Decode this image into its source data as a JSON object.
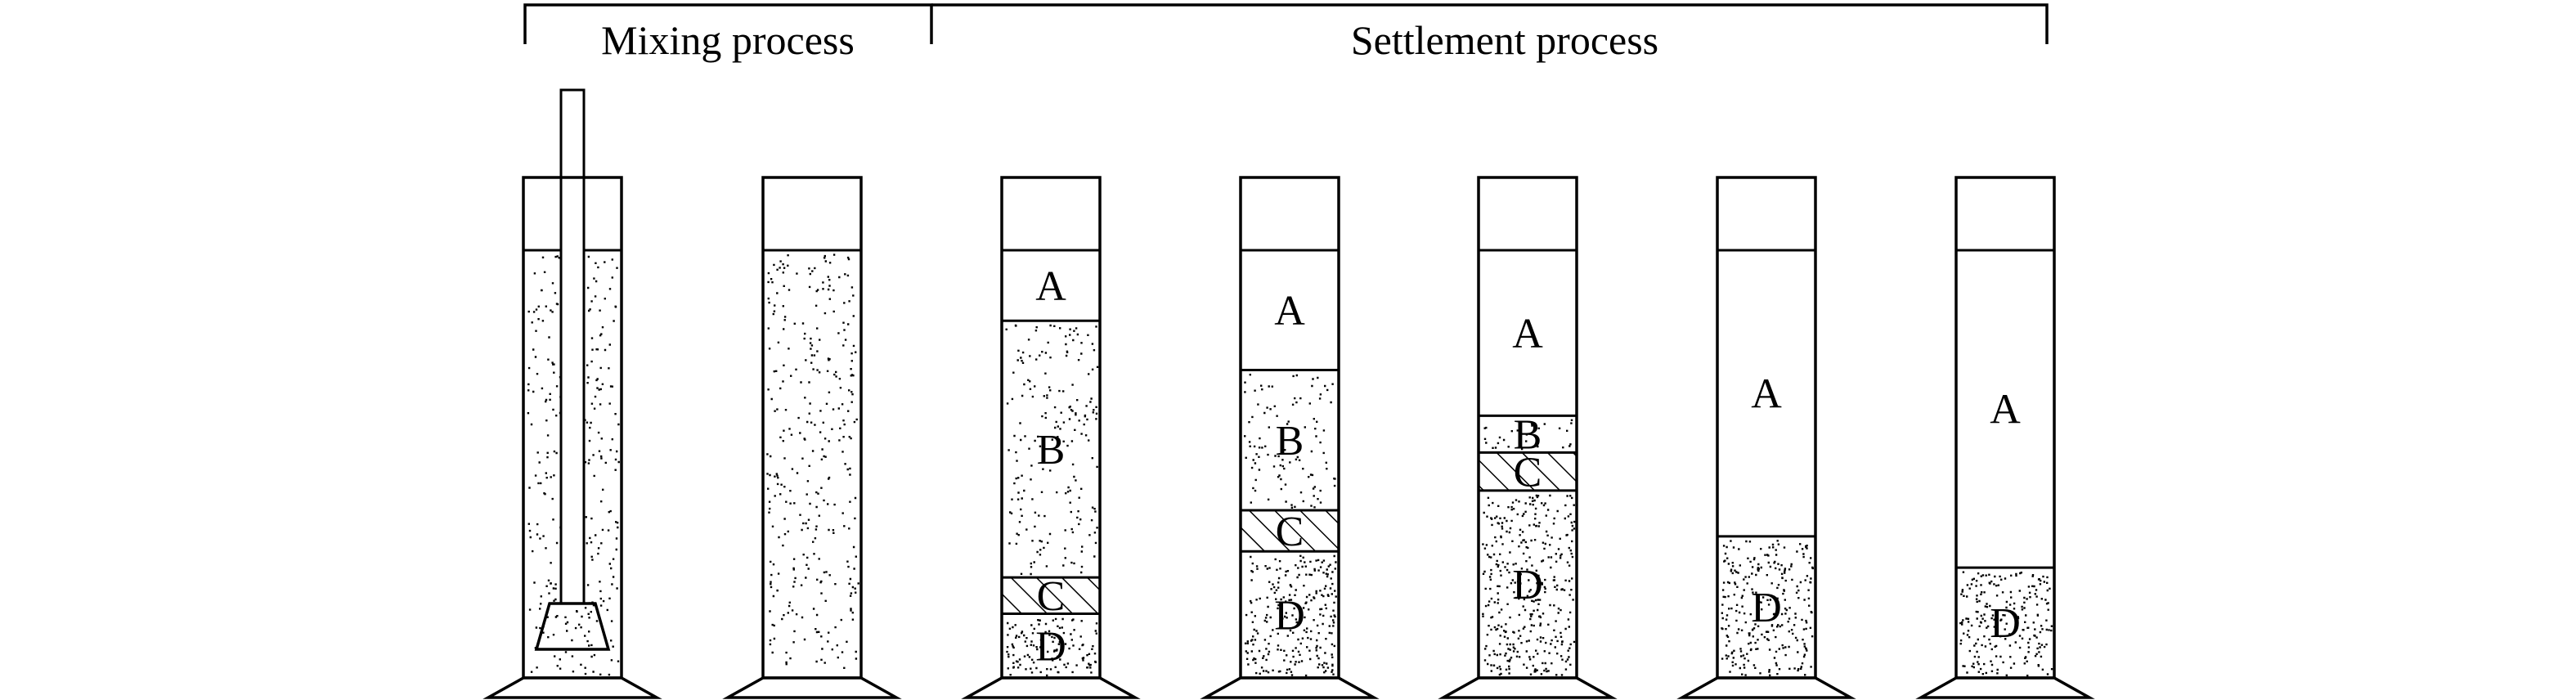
{
  "headers": {
    "mixing": "Mixing process",
    "settlement": "Settlement process"
  },
  "layer_labels": {
    "a": "A",
    "b": "B",
    "c": "C",
    "d": "D"
  },
  "cylinders": [
    {
      "stage": "mixing",
      "stirrer": true,
      "layers": [
        {
          "type": "suspension",
          "from": 0,
          "to": 1
        }
      ]
    },
    {
      "stage": "mixing",
      "stirrer": false,
      "layers": [
        {
          "type": "suspension",
          "from": 0,
          "to": 1
        }
      ]
    },
    {
      "stage": "settlement",
      "layers": [
        {
          "type": "clear",
          "label": "a",
          "from": 0,
          "to": 0.165
        },
        {
          "type": "suspension",
          "label": "b",
          "from": 0.165,
          "to": 0.765
        },
        {
          "type": "transition",
          "label": "c",
          "from": 0.765,
          "to": 0.85
        },
        {
          "type": "sediment",
          "label": "d",
          "from": 0.85,
          "to": 1
        }
      ]
    },
    {
      "stage": "settlement",
      "layers": [
        {
          "type": "clear",
          "label": "a",
          "from": 0,
          "to": 0.28
        },
        {
          "type": "suspension",
          "label": "b",
          "from": 0.28,
          "to": 0.608
        },
        {
          "type": "transition",
          "label": "c",
          "from": 0.608,
          "to": 0.704
        },
        {
          "type": "sediment",
          "label": "d",
          "from": 0.704,
          "to": 1
        }
      ]
    },
    {
      "stage": "settlement",
      "layers": [
        {
          "type": "clear",
          "label": "a",
          "from": 0,
          "to": 0.387
        },
        {
          "type": "suspension",
          "label": "b",
          "from": 0.387,
          "to": 0.473
        },
        {
          "type": "transition",
          "label": "c",
          "from": 0.473,
          "to": 0.562
        },
        {
          "type": "sediment",
          "label": "d",
          "from": 0.562,
          "to": 1
        }
      ]
    },
    {
      "stage": "settlement",
      "layers": [
        {
          "type": "clear",
          "label": "a",
          "from": 0,
          "to": 0.669
        },
        {
          "type": "sediment",
          "label": "d",
          "from": 0.669,
          "to": 1
        }
      ]
    },
    {
      "stage": "settlement",
      "layers": [
        {
          "type": "clear",
          "label": "a",
          "from": 0,
          "to": 0.742
        },
        {
          "type": "sediment",
          "label": "d",
          "from": 0.742,
          "to": 1
        }
      ]
    }
  ]
}
